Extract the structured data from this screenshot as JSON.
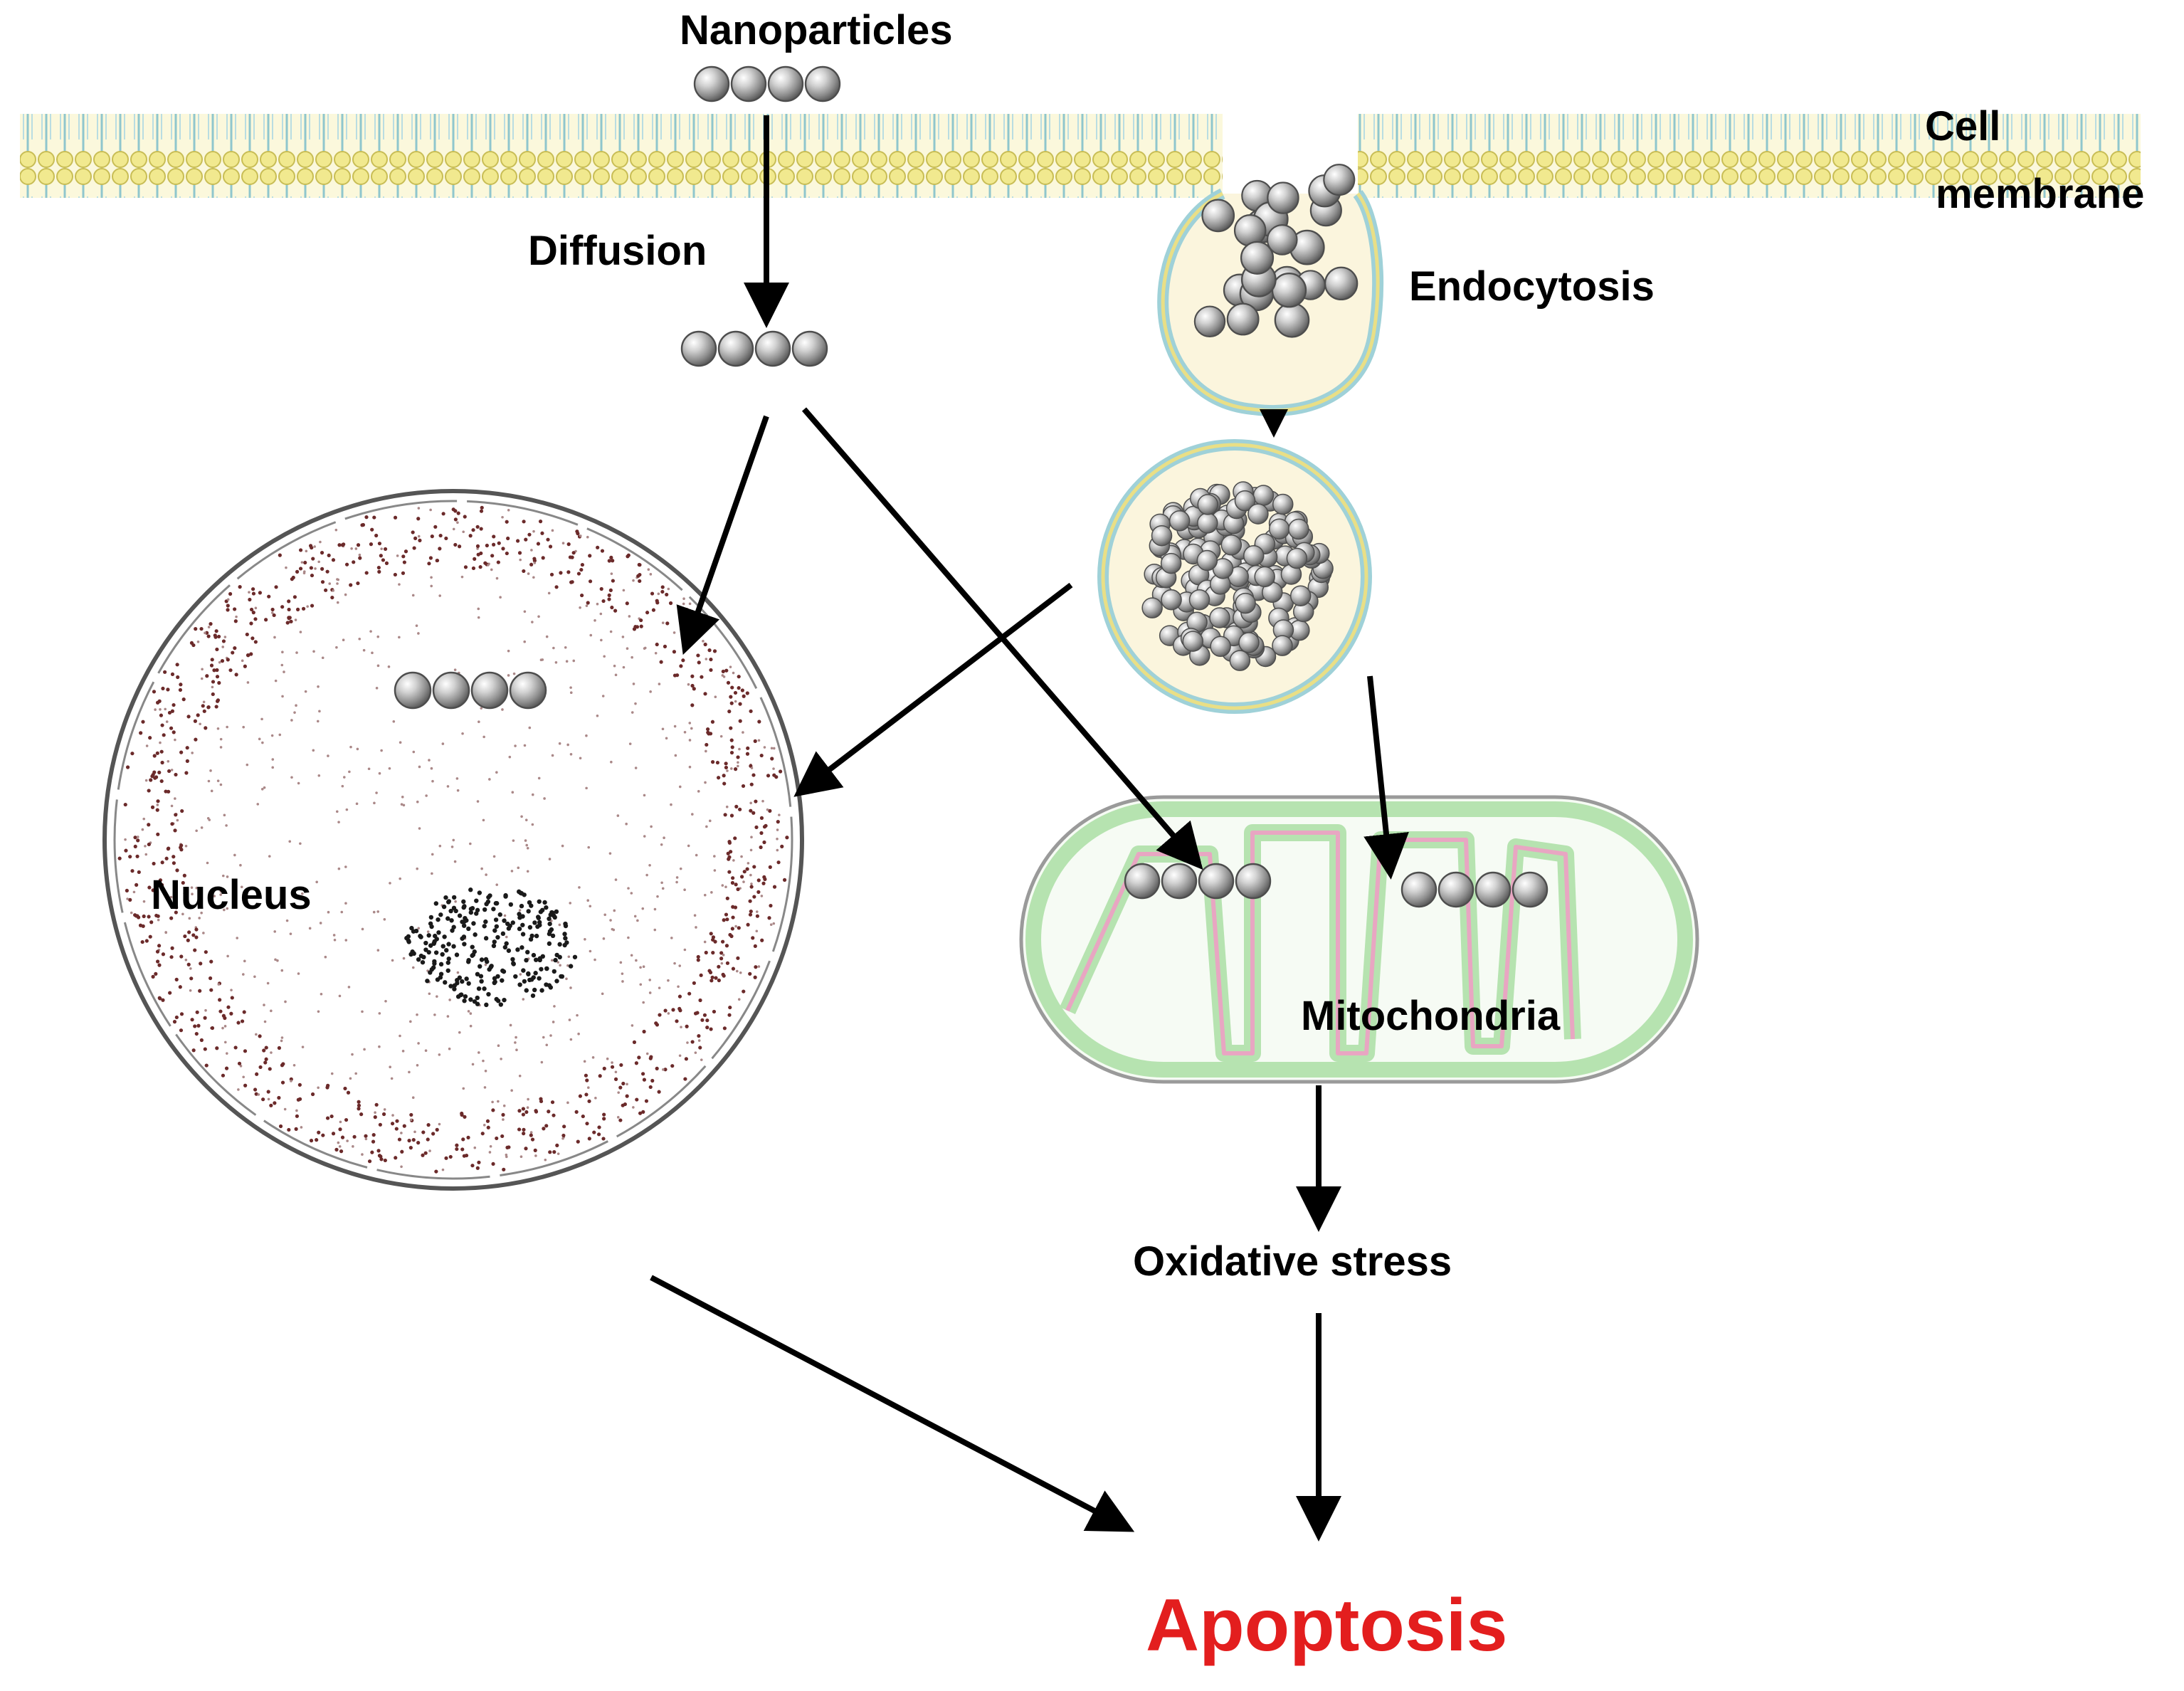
{
  "labels": {
    "nanoparticles": "Nanoparticles",
    "cell_membrane_line1": "Cell",
    "cell_membrane_line2": "membrane",
    "diffusion": "Diffusion",
    "endocytosis": "Endocytosis",
    "nucleus": "Nucleus",
    "mitochondria": "Mitochondria",
    "oxidative_stress": "Oxidative stress",
    "apoptosis": "Apoptosis"
  },
  "colors": {
    "apoptosis": "#e31e1e",
    "membrane_head": "#f3ec9c",
    "membrane_tail": "#9fd1d8",
    "vesicle_fill": "#fbf5dd",
    "particle": "#9a9a9a",
    "mito_outer": "#b6e3b0",
    "mito_inner": "#e8a6c2",
    "chromatin": "#6b2a2a"
  },
  "icons": {
    "nanoparticle": "grey-sphere-icon",
    "arrow": "arrow-icon"
  }
}
